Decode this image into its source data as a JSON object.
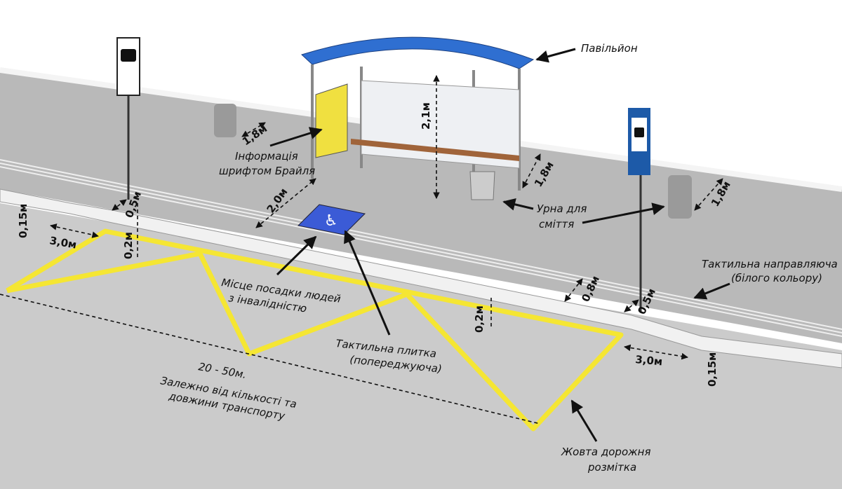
{
  "colors": {
    "sidewalk": "#b8b8b8",
    "road": "#c9c9c9",
    "curb": "#f2f2f2",
    "marking": "#f5e633",
    "roof": "#2f6fd1",
    "sign": "#1d5aa8",
    "tactile_warning": "#3b5bd6"
  },
  "labels": {
    "pavilion": "Павільйон",
    "braille_1": "Інформація",
    "braille_2": "шрифтом Брайля",
    "bin_1": "Урна для",
    "bin_2": "сміття",
    "guide_1": "Тактильна направляюча",
    "guide_2": "(білого кольору)",
    "disabled_1": "Місце посадки людей",
    "disabled_2": "з інвалідністю",
    "tactile_1": "Тактильна плитка",
    "tactile_2": "(попереджуюча)",
    "length_1": "20 - 50м.",
    "length_2": "Залежно від кількості та",
    "length_3": "довжини транспорту",
    "yellow_1": "Жовта дорожня",
    "yellow_2": "розмітка"
  },
  "dimensions": {
    "bin_left": "1,8м",
    "pavilion_height": "2,1м",
    "pavilion_right": "1,8м",
    "bin_right": "1,8м",
    "sidewalk_width": "2,0м",
    "sign_left_offset": "0,5м",
    "sign_right_offset": "0,5м",
    "guide_offset": "0,8м",
    "curb_left": "0,2м",
    "curb_right": "0,2м",
    "ramp_left": "0,15м",
    "ramp_right": "0,15м",
    "taper_left": "3,0м",
    "taper_right": "3,0м"
  }
}
